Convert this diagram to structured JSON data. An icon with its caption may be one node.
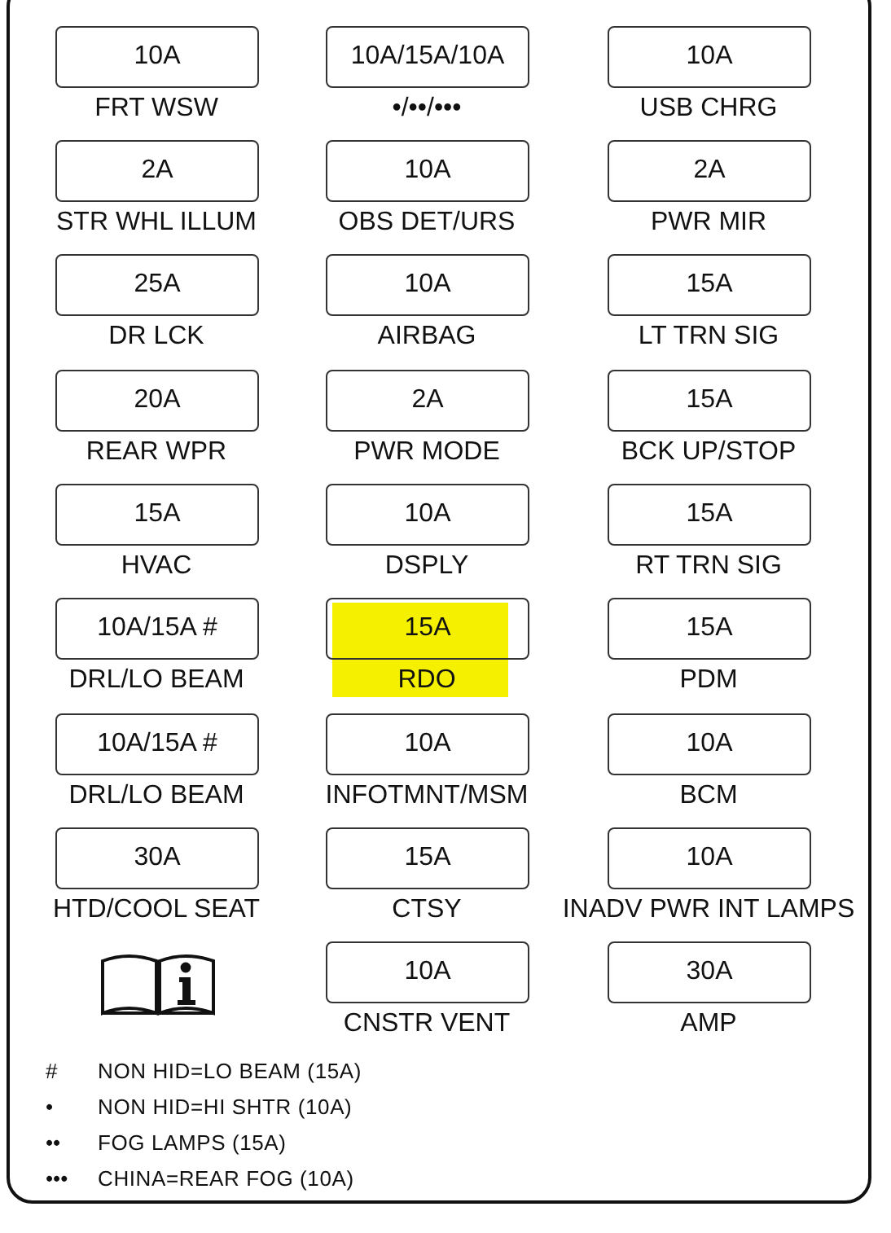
{
  "diagram": {
    "nodes": [
      {
        "text": [
          "10A"
        ],
        "beside": [
          "FRT WSW"
        ]
      },
      {
        "text": [
          "10A/15A/10A"
        ],
        "beside": [
          "•/••/•••"
        ]
      },
      {
        "text": [
          "10A"
        ],
        "beside": [
          "USB CHRG"
        ]
      },
      {
        "text": [
          "2A"
        ],
        "beside": [
          "STR WHL ILLUM"
        ]
      },
      {
        "text": [
          "10A"
        ],
        "beside": [
          "OBS DET/URS"
        ]
      },
      {
        "text": [
          "2A"
        ],
        "beside": [
          "PWR MIR"
        ]
      },
      {
        "text": [
          "25A"
        ],
        "beside": [
          "DR LCK"
        ]
      },
      {
        "text": [
          "10A"
        ],
        "beside": [
          "AIRBAG"
        ]
      },
      {
        "text": [
          "15A"
        ],
        "beside": [
          "LT TRN SIG"
        ]
      },
      {
        "text": [
          "20A"
        ],
        "beside": [
          "REAR WPR"
        ]
      },
      {
        "text": [
          "2A"
        ],
        "beside": [
          "PWR MODE"
        ]
      },
      {
        "text": [
          "15A"
        ],
        "beside": [
          "BCK UP/STOP"
        ]
      },
      {
        "text": [
          "15A"
        ],
        "beside": [
          "HVAC"
        ]
      },
      {
        "text": [
          "10A"
        ],
        "beside": [
          "DSPLY"
        ]
      },
      {
        "text": [
          "15A"
        ],
        "beside": [
          "RT TRN SIG"
        ]
      },
      {
        "text": [
          "10A/15A #"
        ],
        "beside": [
          "DRL/LO BEAM"
        ]
      },
      {
        "text": [
          "15A"
        ],
        "beside": [
          "RDO"
        ]
      },
      {
        "text": [
          "15A"
        ],
        "beside": [
          "PDM"
        ]
      },
      {
        "text": [
          "10A/15A #"
        ],
        "beside": [
          "DRL/LO BEAM"
        ]
      },
      {
        "text": [
          "10A"
        ],
        "beside": [
          "INFOTMNT/MSM"
        ]
      },
      {
        "text": [
          "10A"
        ],
        "beside": [
          "BCM"
        ]
      },
      {
        "text": [
          "30A"
        ],
        "beside": [
          "HTD/COOL SEAT"
        ]
      },
      {
        "text": [
          "15A"
        ],
        "beside": [
          "CTSY"
        ]
      },
      {
        "text": [
          "10A"
        ],
        "beside": [
          "INADV PWR INT LAMPS"
        ]
      },
      {
        "text": [
          "10A"
        ],
        "beside": [
          "CNSTR VENT"
        ]
      },
      {
        "text": [
          "30A"
        ],
        "beside": [
          "AMP"
        ]
      }
    ],
    "labels": [
      "#",
      "NON HID=LO BEAM (15A)",
      "•",
      "NON HID=HI SHTR (10A)",
      "••",
      "FOG LAMPS (15A)",
      "•••",
      "CHINA=REAR FOG (10A)"
    ]
  }
}
